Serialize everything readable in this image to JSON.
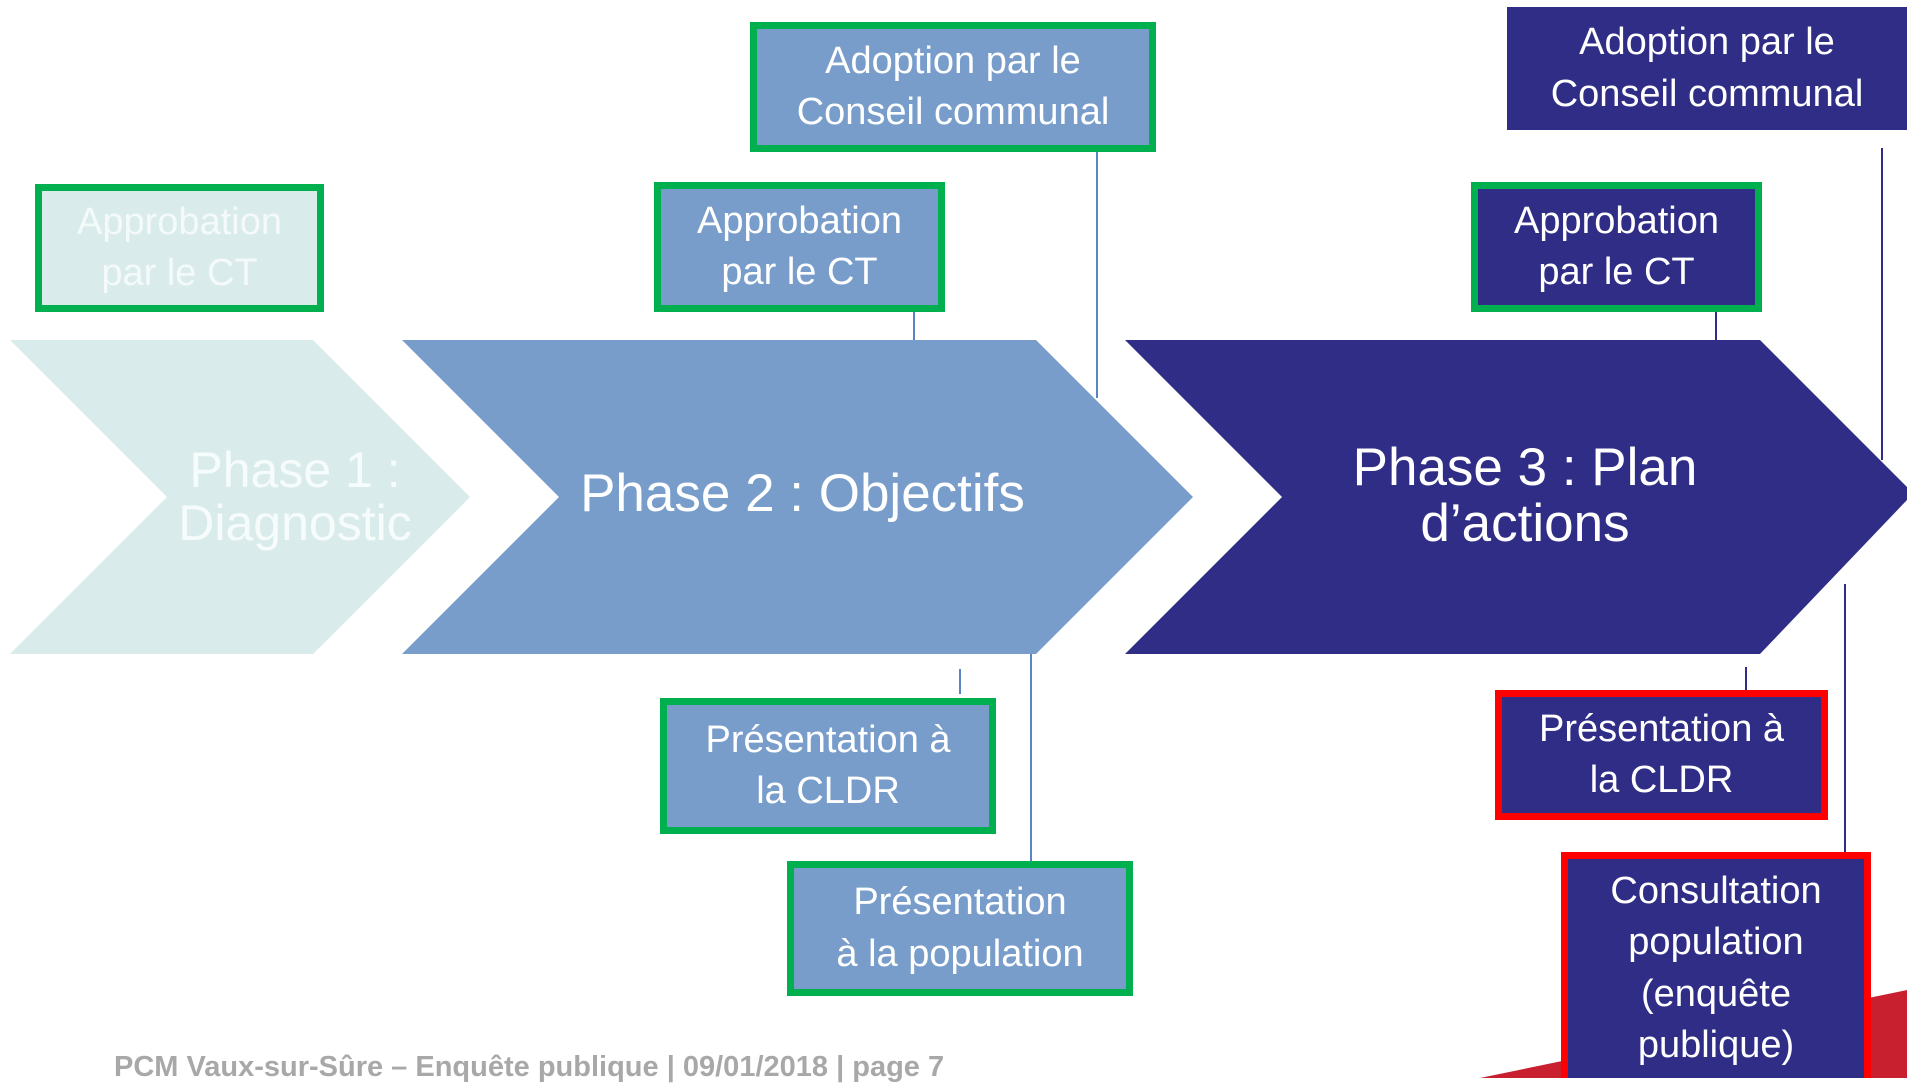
{
  "colors": {
    "phase1": "#daebeb",
    "phase2": "#789dca",
    "phase3": "#2f2d85",
    "border_done": "#00b04f",
    "border_pending": "#ff0000",
    "corner_accent": "#c8202f"
  },
  "phases": [
    {
      "label_line1": "Phase 1 :",
      "label_line2": "Diagnostic"
    },
    {
      "label_line1": "Phase 2 : Objectifs"
    },
    {
      "label_line1": "Phase 3 : Plan",
      "label_line2": "d’actions"
    }
  ],
  "steps": {
    "p1_approval": {
      "line1": "Approbation",
      "line2": "par le CT"
    },
    "p2_adoption": {
      "line1": "Adoption par le",
      "line2": "Conseil communal"
    },
    "p2_approval": {
      "line1": "Approbation",
      "line2": "par le CT"
    },
    "p2_cldr": {
      "line1": "Présentation à",
      "line2": "la CLDR"
    },
    "p2_population": {
      "line1": "Présentation",
      "line2": "à la population"
    },
    "p3_adoption": {
      "line1": "Adoption par le",
      "line2": "Conseil communal"
    },
    "p3_approval": {
      "line1": "Approbation",
      "line2": "par le CT"
    },
    "p3_cldr": {
      "line1": "Présentation à",
      "line2": "la CLDR"
    },
    "p3_consultation": {
      "line1": "Consultation",
      "line2": "population",
      "line3": "(enquête",
      "line4": "publique)"
    }
  },
  "footer": {
    "text": "PCM Vaux-sur-Sûre – Enquête publique | 09/01/2018 | page 7"
  }
}
